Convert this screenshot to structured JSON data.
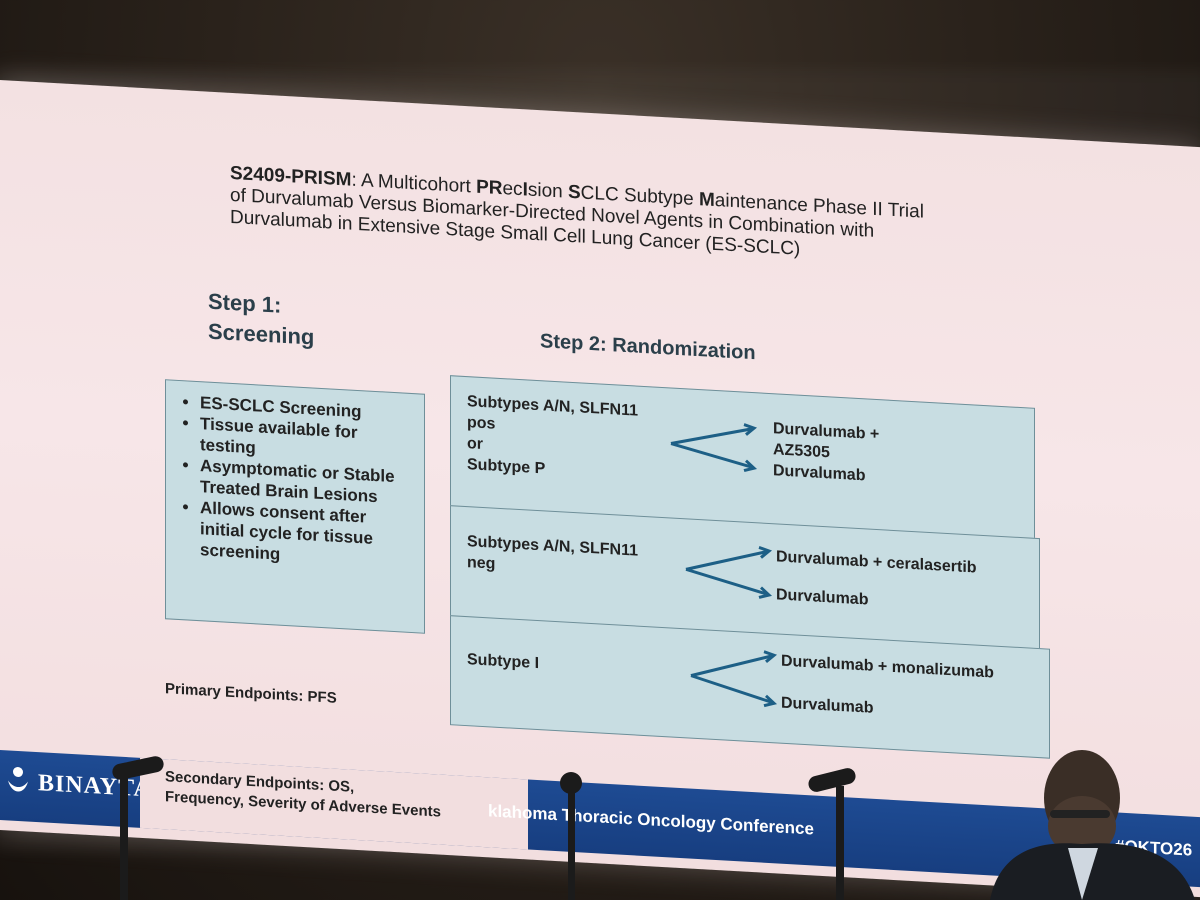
{
  "slide": {
    "title_bold": "S2409-PRISM",
    "title_line1_rest": ": A Multicohort ",
    "title_pr": "PR",
    "title_ec": "ec",
    "title_i": "I",
    "title_sion": "sion ",
    "title_s": "S",
    "title_sclc": "CLC Subtype ",
    "title_m": "M",
    "title_aint": "aintenance Phase II  Trial",
    "title_line2": "of Durvalumab Versus Biomarker-Directed Novel Agents in Combination with",
    "title_line3": "Durvalumab in Extensive Stage Small Cell Lung Cancer (ES-SCLC)",
    "step1_line1": "Step 1:",
    "step1_line2": "Screening",
    "step2": "Step 2: Randomization",
    "screening_items": [
      "ES-SCLC Screening",
      "Tissue available for testing",
      "Asymptomatic or Stable Treated Brain Lesions",
      "Allows consent after initial cycle for tissue screening"
    ],
    "cohorts": [
      {
        "subtype_lines": [
          "Subtypes  A/N, SLFN11",
          "pos",
          "or",
          "Subtype  P"
        ],
        "arms": [
          "Durvalumab +",
          "AZ5305",
          "Durvalumab"
        ]
      },
      {
        "subtype_lines": [
          "Subtypes  A/N, SLFN11",
          "neg"
        ],
        "arms": [
          "Durvalumab + ceralasertib",
          "Durvalumab"
        ]
      },
      {
        "subtype_lines": [
          "Subtype   I"
        ],
        "arms": [
          "Durvalumab + monalizumab",
          "Durvalumab"
        ]
      }
    ],
    "primary_endpoints": "Primary Endpoints: PFS",
    "secondary_endpoints_line1": "Secondary Endpoints: OS,",
    "secondary_endpoints_line2": "Frequency, Severity of Adverse Events"
  },
  "banner": {
    "logo_text": "BINAYTA",
    "conference": "klahoma Thoracic Oncology Conference",
    "hashtag": "#OKTO26"
  },
  "colors": {
    "slide_bg": "#f3e1e2",
    "box_fill": "#c8dde2",
    "arrow": "#1d5f86",
    "banner": "#1e4b93"
  }
}
